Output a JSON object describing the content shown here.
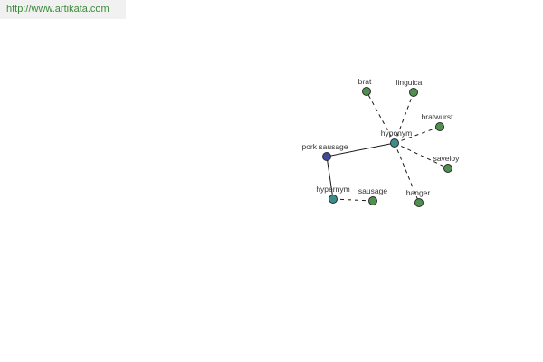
{
  "header": {
    "url": "http://www.artikata.com"
  },
  "colors": {
    "center_node": "#3f4a9a",
    "relation_node": "#3c8c8c",
    "term_node": "#4f8f4f",
    "node_stroke": "#2a2a2a",
    "edge": "#1a1a1a",
    "url_text": "#3a8a3a"
  },
  "graph": {
    "center": {
      "id": "pork-sausage",
      "label": "pork sausage"
    },
    "relations": [
      {
        "id": "hyponym",
        "label": "hyponym",
        "terms": [
          {
            "id": "brat",
            "label": "brat"
          },
          {
            "id": "linguica",
            "label": "linguica"
          },
          {
            "id": "bratwurst",
            "label": "bratwurst"
          },
          {
            "id": "saveloy",
            "label": "saveloy"
          },
          {
            "id": "banger",
            "label": "banger"
          }
        ]
      },
      {
        "id": "hypernym",
        "label": "hypernym",
        "terms": [
          {
            "id": "sausage",
            "label": "sausage"
          }
        ]
      }
    ]
  }
}
